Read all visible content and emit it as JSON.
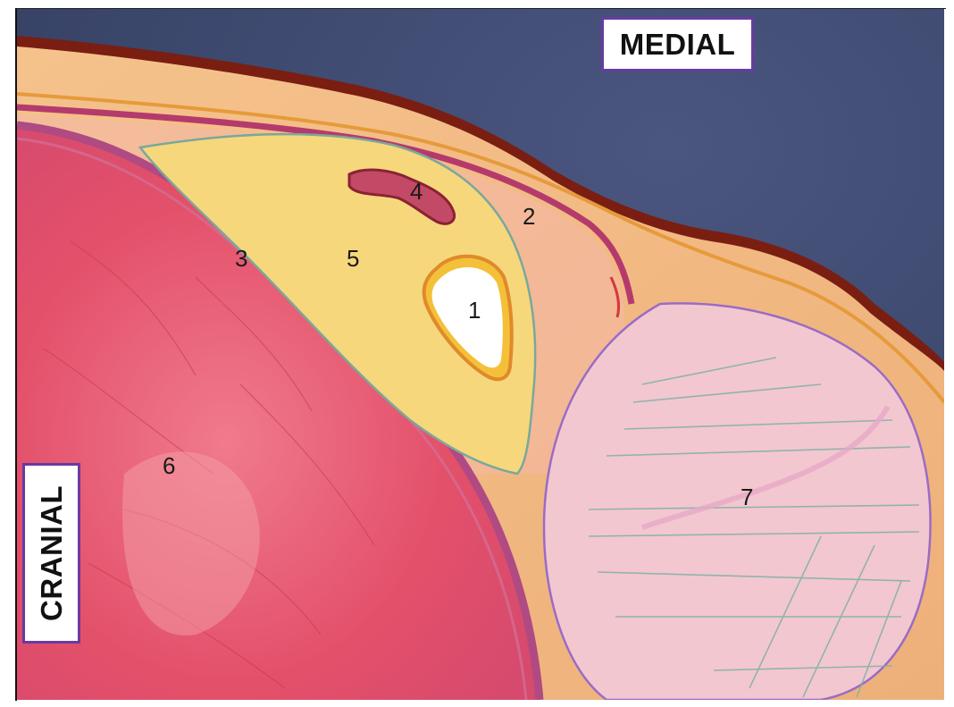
{
  "orientation_labels": {
    "top": "MEDIAL",
    "left": "CRANIAL"
  },
  "structure_numbers": {
    "n1": "1",
    "n2": "2",
    "n3": "3",
    "n4": "4",
    "n5": "5",
    "n6": "6",
    "n7": "7"
  },
  "colors": {
    "background": "#3e4a6e",
    "skin": "#f2b98a",
    "skin_edge": "#7a1e12",
    "fat_pad": "#f6d77c",
    "large_mass": "#e85a78",
    "mass_capsule": "#b04a82",
    "round_organ": "#f3c7cf",
    "lumen_white": "#ffffff",
    "lumen_rim": "#e08a2a",
    "vessel": "#c24a66",
    "label_border": "#6a3aa0"
  }
}
